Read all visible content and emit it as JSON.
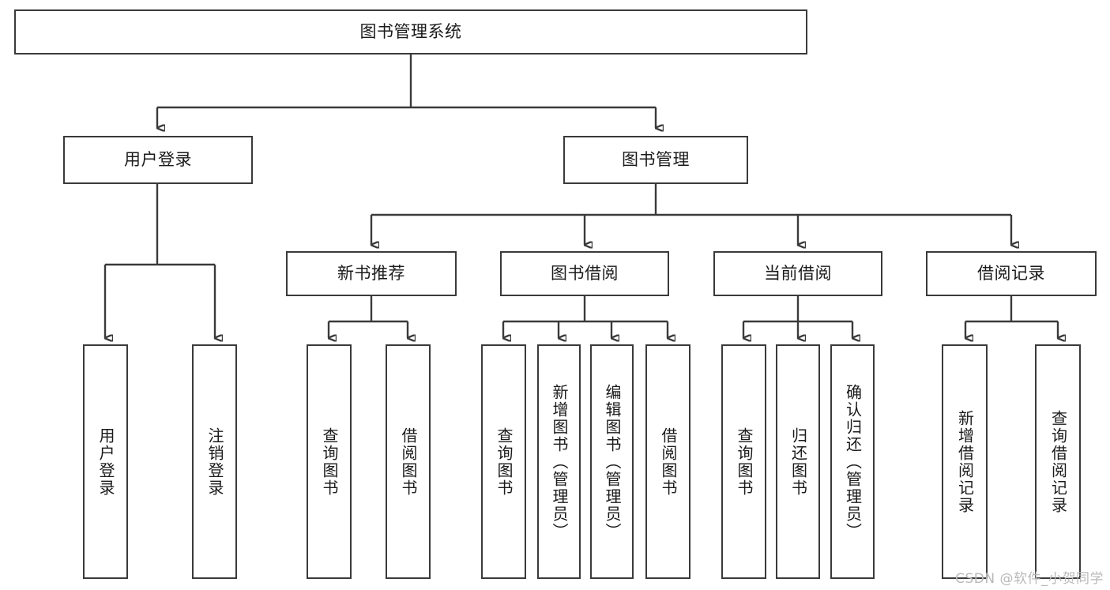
{
  "diagram": {
    "type": "tree-hierarchy",
    "title": "图书管理系统",
    "root": {
      "label": "图书管理系统"
    },
    "level2": [
      {
        "label": "用户登录"
      },
      {
        "label": "图书管理"
      }
    ],
    "level3": [
      {
        "label": "新书推荐"
      },
      {
        "label": "图书借阅"
      },
      {
        "label": "当前借阅"
      },
      {
        "label": "借阅记录"
      }
    ],
    "leaves": {
      "user_login": [
        {
          "label": "用户登录"
        },
        {
          "label": "注销登录"
        }
      ],
      "new_book_recommend": [
        {
          "label": "查询图书"
        },
        {
          "label": "借阅图书"
        }
      ],
      "book_borrow": [
        {
          "label": "查询图书"
        },
        {
          "label": "新增图书（管理员）"
        },
        {
          "label": "编辑图书（管理员）"
        },
        {
          "label": "借阅图书"
        }
      ],
      "current_borrow": [
        {
          "label": "查询图书"
        },
        {
          "label": "归还图书"
        },
        {
          "label": "确认归还（管理员）"
        }
      ],
      "borrow_record": [
        {
          "label": "新增借阅记录"
        },
        {
          "label": "查询借阅记录"
        }
      ]
    },
    "colors": {
      "stroke": "#3a3a3a",
      "fill": "#ffffff",
      "text": "#1b1b1b",
      "watermark": "#b9b9b9"
    }
  },
  "watermark": {
    "text": "CSDN @软件_小贺同学"
  }
}
